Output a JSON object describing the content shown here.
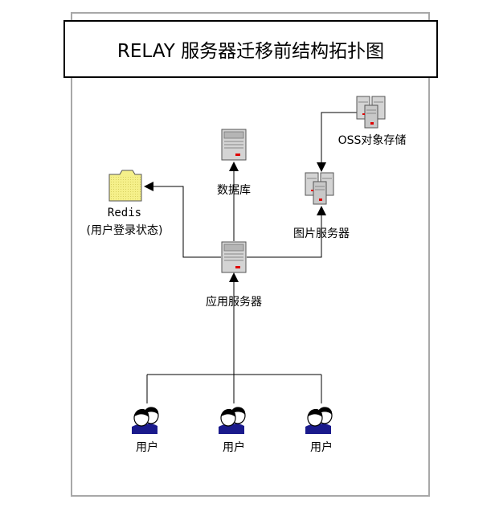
{
  "title": "RELAY 服务器迁移前结构拓扑图",
  "nodes": {
    "app_server": {
      "label": "应用服务器",
      "icon": "server-icon"
    },
    "database": {
      "label": "数据库",
      "icon": "server-icon"
    },
    "redis": {
      "label_line1": "Redis",
      "label_line2": "(用户登录状态)",
      "icon": "folder-icon"
    },
    "image_server": {
      "label": "图片服务器",
      "icon": "server-cluster-icon"
    },
    "oss": {
      "label": "OSS对象存储",
      "icon": "server-cluster-icon"
    },
    "users": [
      {
        "label": "用户",
        "icon": "users-icon"
      },
      {
        "label": "用户",
        "icon": "users-icon"
      },
      {
        "label": "用户",
        "icon": "users-icon"
      }
    ]
  },
  "colors": {
    "frame": "#a8a8a8",
    "folder_fill": "#f5f08a",
    "server_body": "#cfcfcf",
    "server_led": "#e00000",
    "user_shirt": "#1a1a8c"
  }
}
